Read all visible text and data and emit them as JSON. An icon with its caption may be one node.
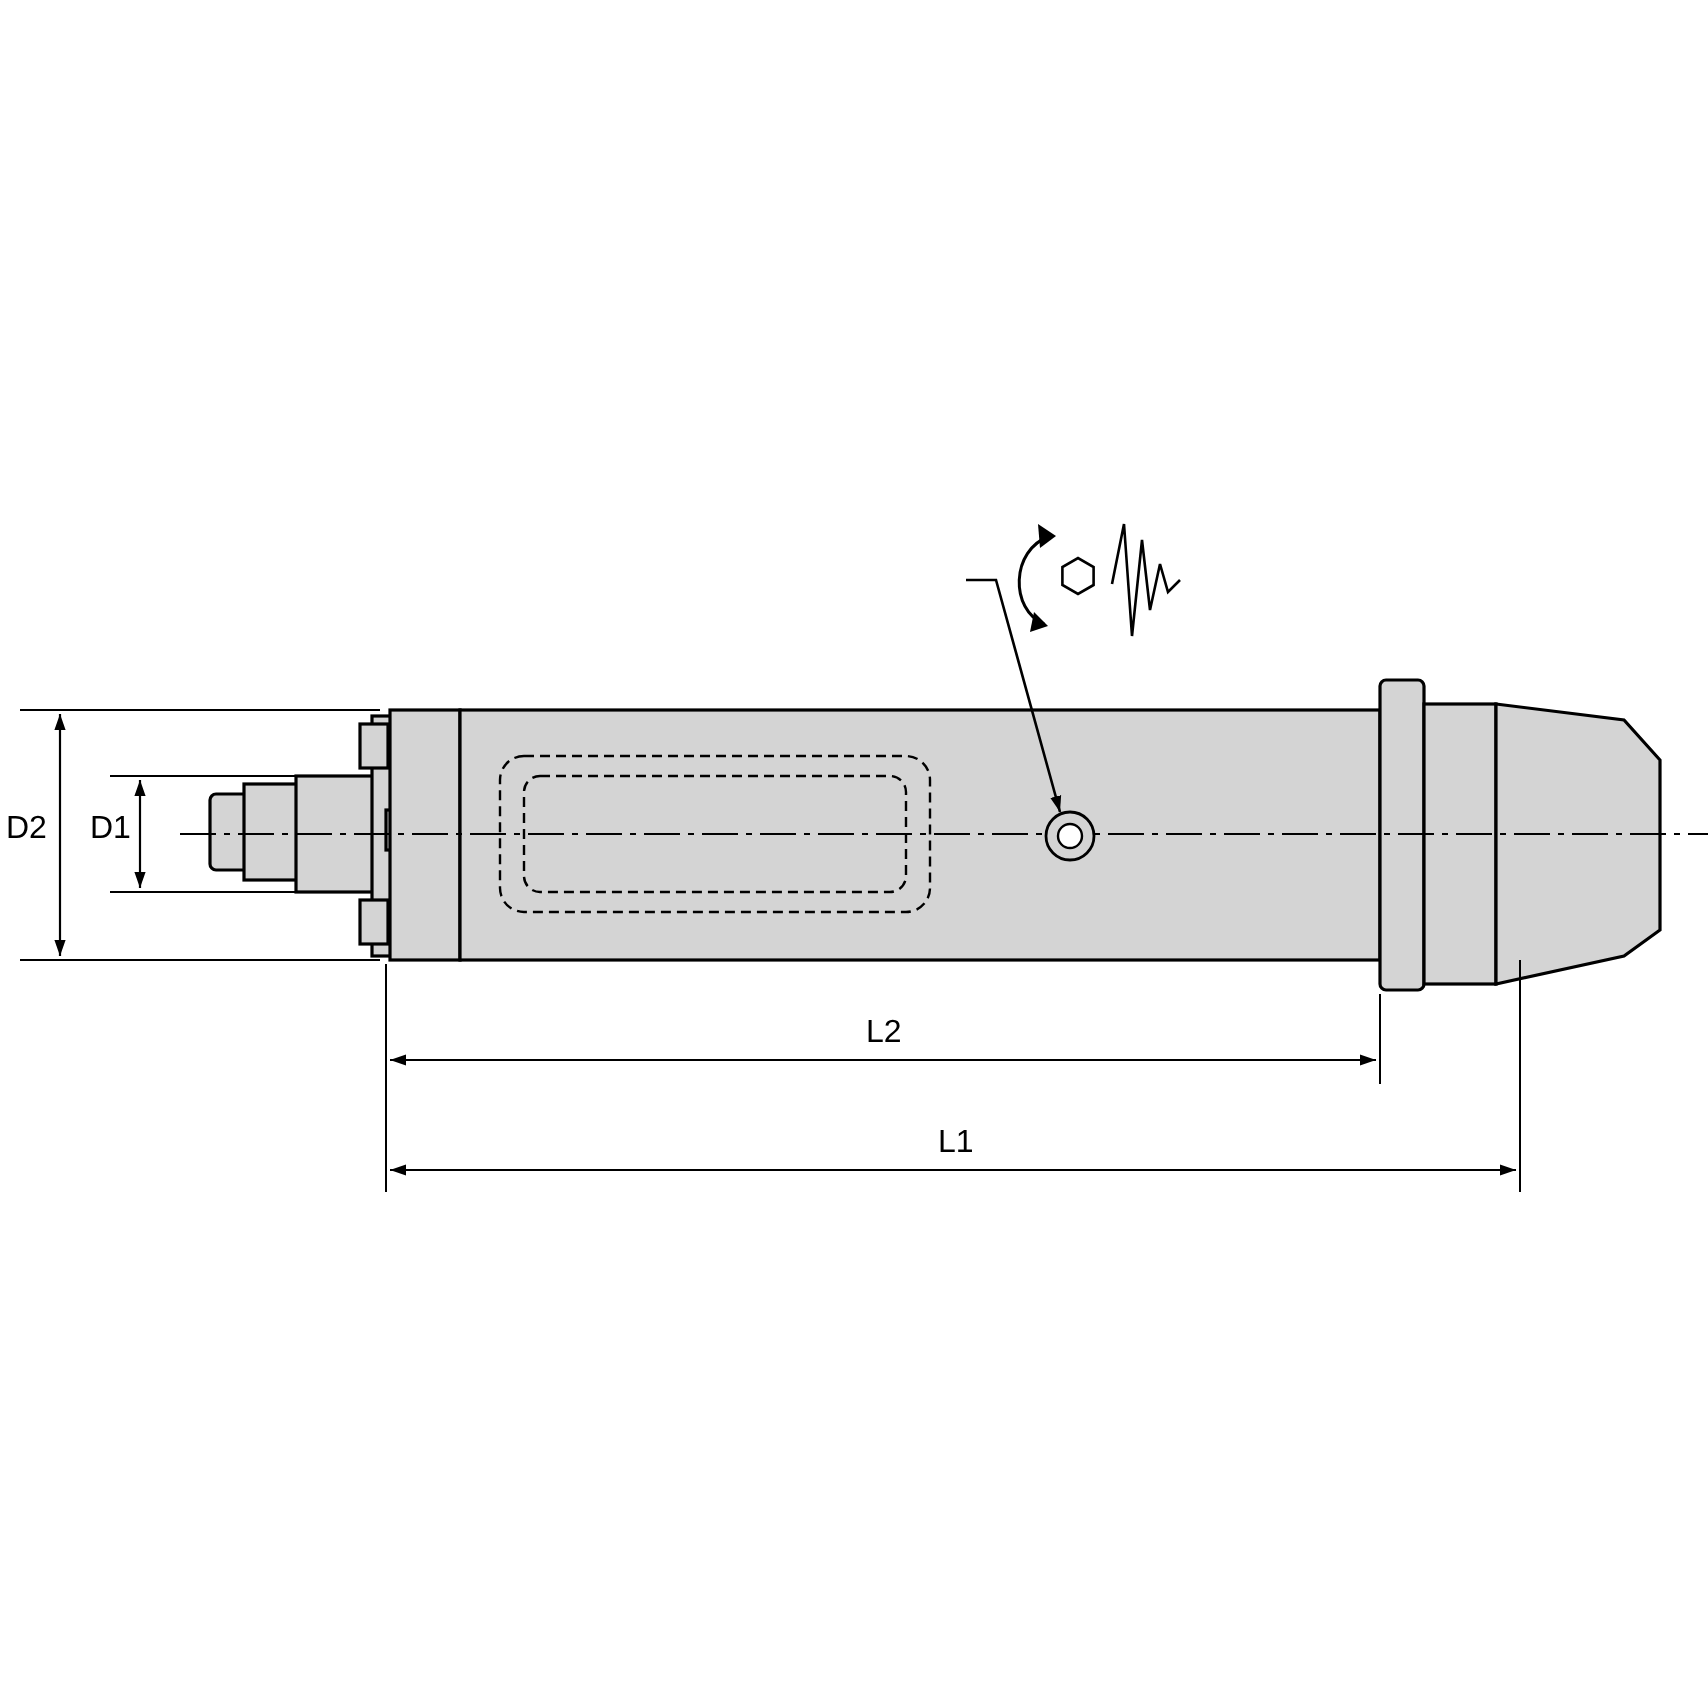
{
  "diagram": {
    "nodes": [
      {
        "text": [],
        "shape": "picture"
      },
      {
        "text": [],
        "shape": "circle"
      }
    ],
    "edges": [
      {
        "from": 0,
        "to": 1,
        "arrow": "to"
      }
    ],
    "labels": [
      "D2",
      "D1",
      "L2",
      "L1"
    ]
  }
}
